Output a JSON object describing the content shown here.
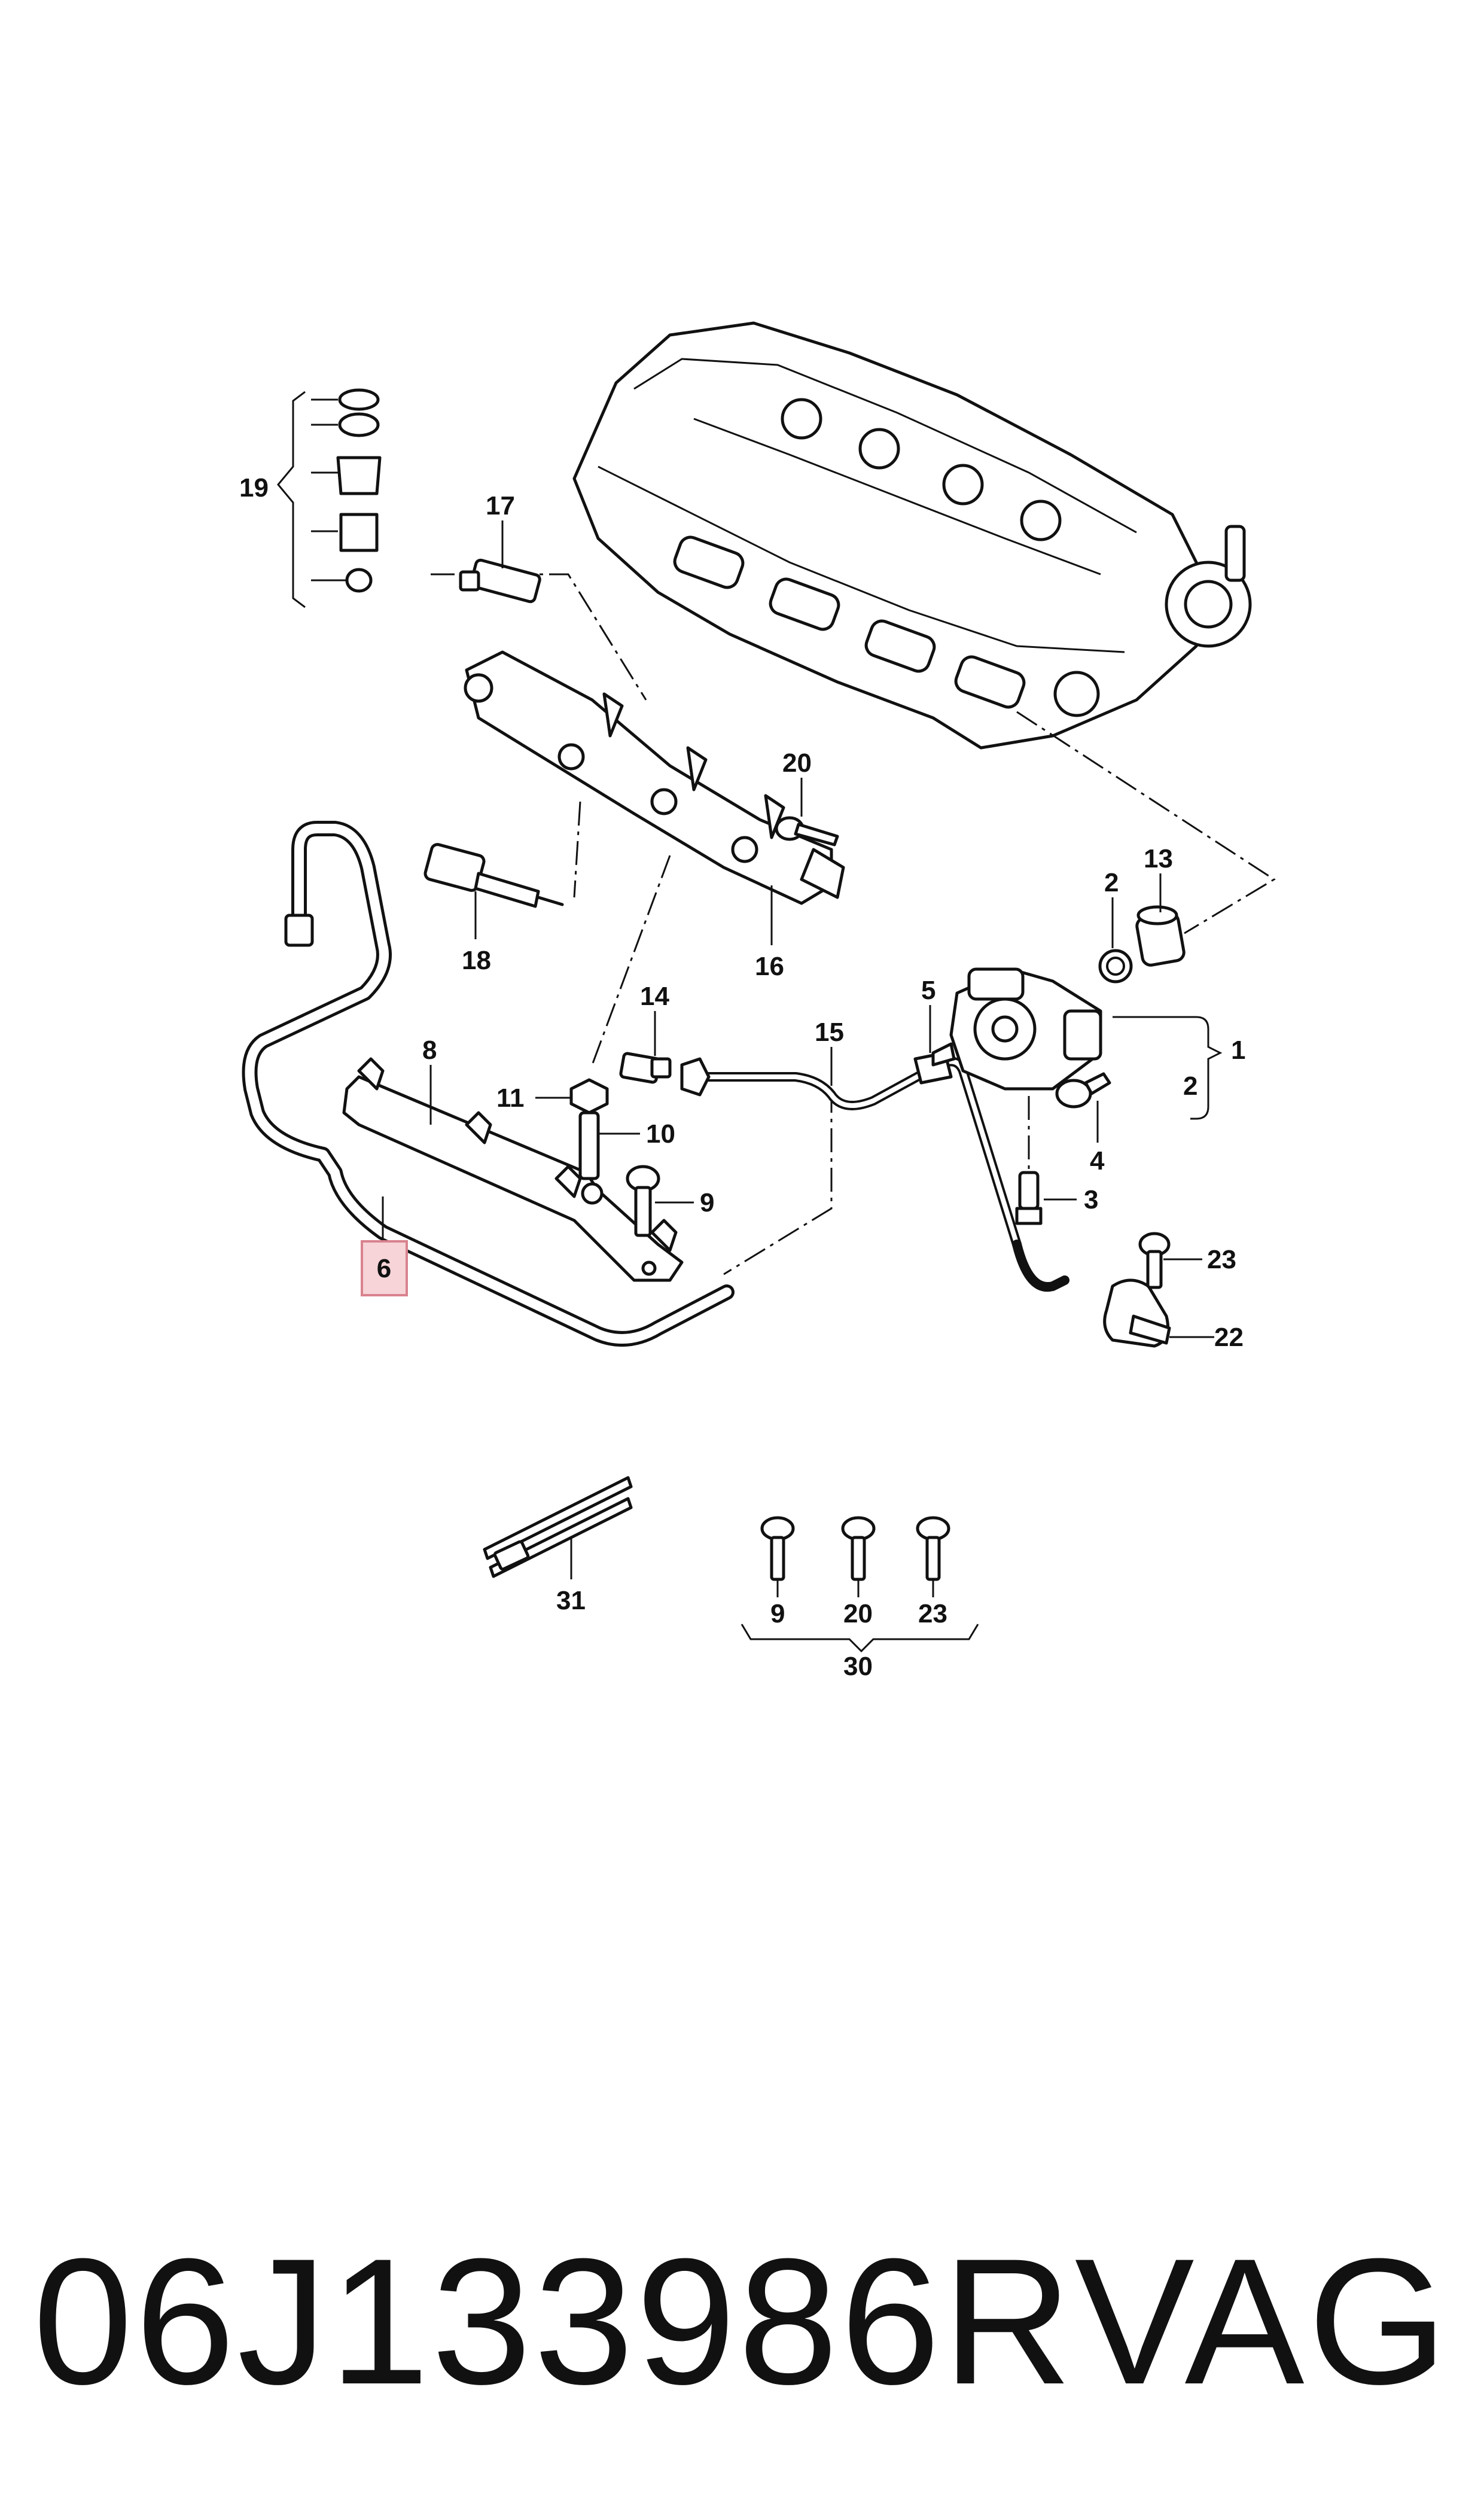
{
  "diagram": {
    "callouts": {
      "c1": "1",
      "c2a": "2",
      "c2b": "2",
      "c3": "3",
      "c4": "4",
      "c5": "5",
      "c6": "6",
      "c8": "8",
      "c9a": "9",
      "c9b": "9",
      "c10": "10",
      "c11": "11",
      "c13": "13",
      "c14": "14",
      "c15": "15",
      "c16": "16",
      "c17": "17",
      "c18": "18",
      "c19": "19",
      "c20a": "20",
      "c20b": "20",
      "c22": "22",
      "c23a": "23",
      "c23b": "23",
      "c30": "30",
      "c31": "31"
    },
    "highlighted_callout_color": "#f6d4d8"
  },
  "footer": {
    "part_number": "06J133986R",
    "brand": "VAG"
  }
}
